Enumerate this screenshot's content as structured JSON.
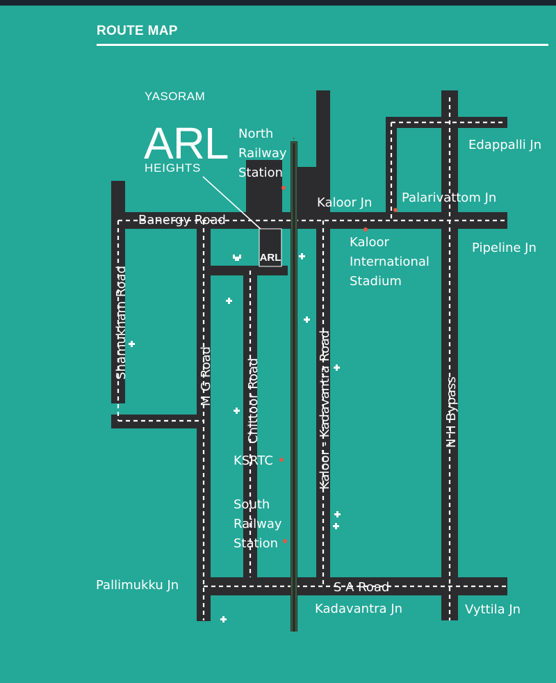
{
  "page": {
    "title": "ROUTE MAP",
    "colors": {
      "background": "#24a898",
      "road": "#2c2c2e",
      "marking": "#ffffff",
      "station_dot": "#e05a4a",
      "topbar": "#1b2530"
    }
  },
  "logo": {
    "brand": "YASORAM",
    "mark": "ARL",
    "sub": "HEIGHTS"
  },
  "roads": {
    "banergy": "Banergy Road",
    "shamukham": "Shamukham Road",
    "mg": "M G Road",
    "chittoor": "Chittoor Road",
    "kaloor_kadavantra": "Kaloor - Kadavantra Road",
    "nh_bypass": "N H Bypass",
    "sa": "S A Road"
  },
  "places": {
    "north_station": [
      "North",
      "Railway",
      "Station"
    ],
    "kaloor_jn": "Kaloor Jn",
    "palarivattom_jn": "Palarivattom Jn",
    "edappalli_jn": "Edappalli Jn",
    "pipeline_jn": "Pipeline Jn",
    "stadium": [
      "Kaloor",
      "International",
      "Stadium"
    ],
    "ksrtc": "KSRTC",
    "south_station": [
      "South",
      "Railway",
      "Station"
    ],
    "pallimukku_jn": "Pallimukku Jn",
    "kadavantra_jn": "Kadavantra Jn",
    "vyttila_jn": "Vyttila Jn"
  },
  "icons": {
    "hospital": "hospital-cross-icon",
    "station": "station-dot-icon",
    "railway": "railway-track"
  }
}
